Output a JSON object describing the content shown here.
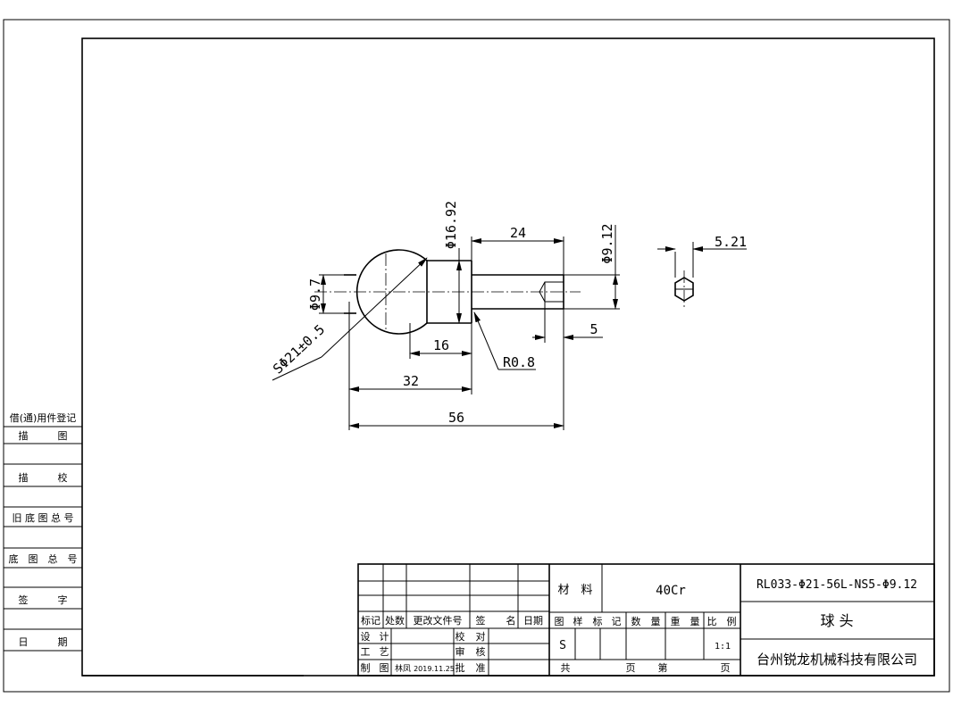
{
  "dimensions": {
    "sphere_diameter": "SΦ21±0.5",
    "neck_diameter": "Φ9.7",
    "collar_diameter": "Φ16.92",
    "shaft_diameter": "Φ9.12",
    "shaft_length": "24",
    "hex_size": "5.21",
    "hex_depth": "5",
    "fillet_radius": "R0.8",
    "collar_offset": "16",
    "collar_position": "32",
    "overall_length": "56"
  },
  "side_panel": {
    "title": "借(通)用件登记",
    "rows": [
      "描　　　图",
      "描　　　校",
      "旧 底 图 总 号",
      "底　图　总　号",
      "签　　　字",
      "日　　　期"
    ]
  },
  "title_block": {
    "revision_headers": [
      "标记",
      "处数",
      "更改文件号",
      "签",
      "名",
      "日期"
    ],
    "sign_labels": [
      {
        "a": "设",
        "b": "计"
      },
      {
        "a": "工",
        "b": "艺"
      },
      {
        "a": "制",
        "b": "图"
      }
    ],
    "check_labels": [
      {
        "a": "校",
        "b": "对"
      },
      {
        "a": "审",
        "b": "核"
      },
      {
        "a": "批",
        "b": "准"
      }
    ],
    "drafter_name": "林凤",
    "draw_date": "2019.11.25",
    "material_label": "材　料",
    "material_value": "40Cr",
    "drawing_number": "RL033-Φ21-56L-NS5-Φ9.12",
    "part_name": "球 头",
    "company": "台州锐龙机械科技有限公司",
    "attr_headers": [
      "图",
      "样",
      "标",
      "记",
      "数　量",
      "重　量",
      "比　例"
    ],
    "sample_mark": "S",
    "scale": "1:1",
    "sheet_total_label": "共",
    "sheet_unit_1": "页",
    "sheet_no_label": "第",
    "sheet_unit_2": "页"
  }
}
